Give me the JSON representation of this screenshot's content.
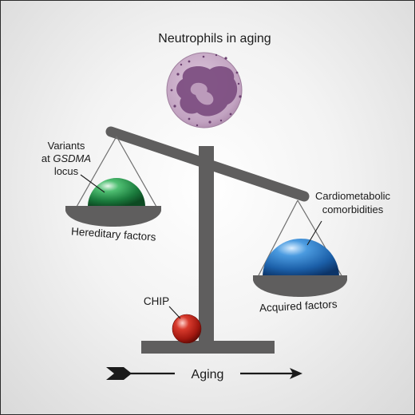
{
  "title": "Neutrophils in aging",
  "labels": {
    "variants_line1": "Variants",
    "variants_line2_prefix": "at ",
    "variants_gene": "GSDMA",
    "variants_line3": "locus",
    "cardio_line1": "Cardiometabolic",
    "cardio_line2": "comorbidities",
    "hereditary": "Hereditary factors",
    "acquired": "Acquired factors",
    "chip": "CHIP",
    "aging": "Aging"
  },
  "colors": {
    "scale": "#5f5e5e",
    "hereditary_sphere": "#1f8a45",
    "acquired_sphere": "#1f6fb8",
    "chip_sphere": "#c0231c",
    "neutrophil_cytoplasm": "#c7abc6",
    "neutrophil_nucleus": "#7a4e7f"
  },
  "icons": {
    "neutrophil": "neutrophil-cell-icon",
    "arrow_tail": "arrow-fletching-icon",
    "arrow_head": "arrow-head-icon"
  }
}
